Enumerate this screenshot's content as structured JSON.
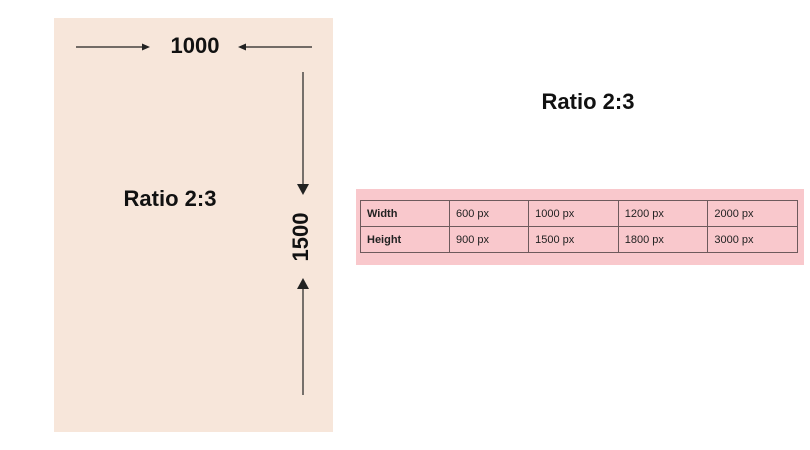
{
  "diagram": {
    "width_value": "1000",
    "height_value": "1500",
    "panel_ratio": "Ratio 2:3",
    "heading_ratio": "Ratio 2:3"
  },
  "table": {
    "rows": [
      {
        "label": "Width",
        "cells": [
          "600 px",
          "1000 px",
          "1200 px",
          "2000 px"
        ]
      },
      {
        "label": "Height",
        "cells": [
          "900 px",
          "1500 px",
          "1800 px",
          "3000 px"
        ]
      }
    ]
  },
  "colors": {
    "panel_bg": "#f7e6da",
    "table_bg": "#f9c8cc",
    "arrow": "#222222",
    "text": "#111111"
  }
}
